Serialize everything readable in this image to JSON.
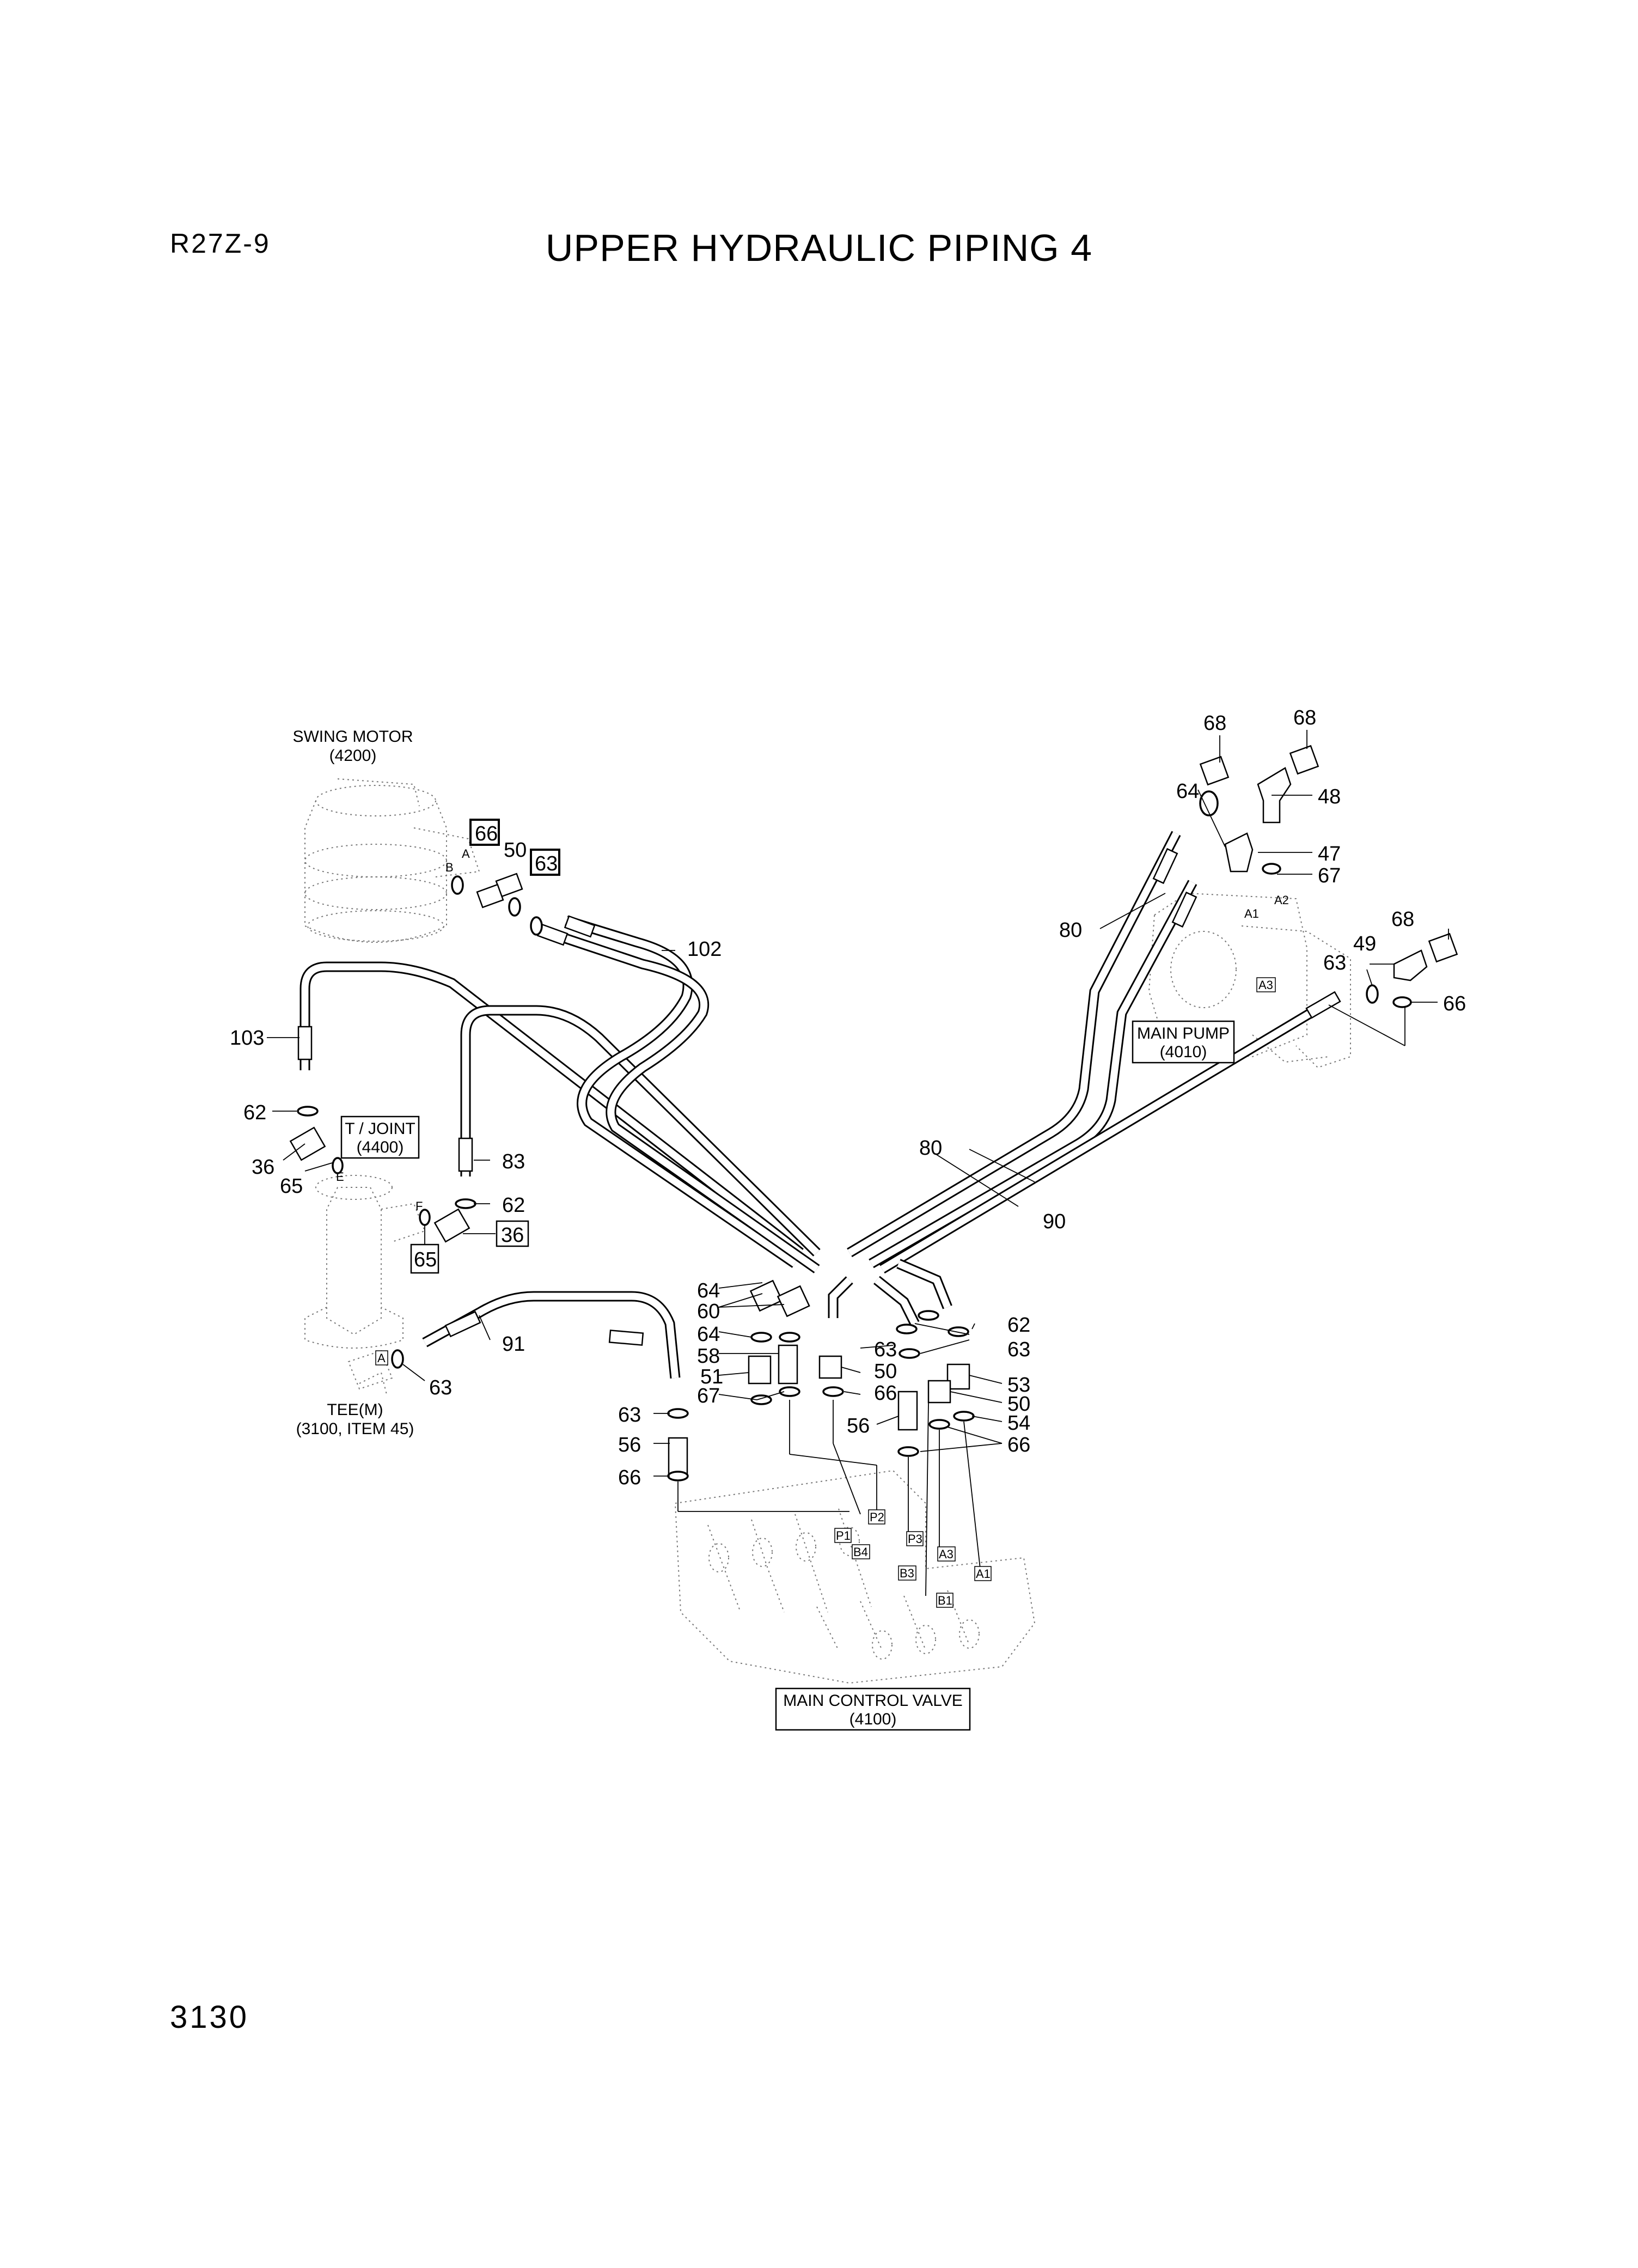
{
  "header": {
    "model": "R27Z-9",
    "title": "UPPER HYDRAULIC PIPING 4",
    "page_number": "3130"
  },
  "components": {
    "swing_motor": {
      "name": "SWING MOTOR",
      "ref": "(4200)"
    },
    "t_joint": {
      "name": "T / JOINT",
      "ref": "(4400)"
    },
    "main_pump": {
      "name": "MAIN PUMP",
      "ref": "(4010)"
    },
    "tee": {
      "name": "TEE(M)",
      "ref": "(3100, ITEM 45)"
    },
    "main_control_valve": {
      "name": "MAIN CONTROL VALVE",
      "ref": "(4100)"
    }
  },
  "callouts": [
    "68",
    "68",
    "64",
    "48",
    "47",
    "67",
    "80",
    "68",
    "63",
    "49",
    "66",
    "102",
    "103",
    "62",
    "36",
    "65",
    "83",
    "62",
    "36",
    "65",
    "80",
    "90",
    "91",
    "63",
    "64",
    "60",
    "64",
    "58",
    "51",
    "67",
    "63",
    "56",
    "66",
    "62",
    "63",
    "63",
    "50",
    "66",
    "53",
    "50",
    "56",
    "54",
    "66"
  ],
  "boxed_callouts": [
    "66",
    "50",
    "63"
  ],
  "ports": {
    "swing_motor": [
      "B",
      "A"
    ],
    "t_joint": [
      "E",
      "F"
    ],
    "main_pump": [
      "A1",
      "A2",
      "A3"
    ],
    "tee": [
      "A"
    ],
    "mcv": [
      "P1",
      "P2",
      "B4",
      "P3",
      "B3",
      "A3",
      "A1",
      "B1"
    ]
  }
}
